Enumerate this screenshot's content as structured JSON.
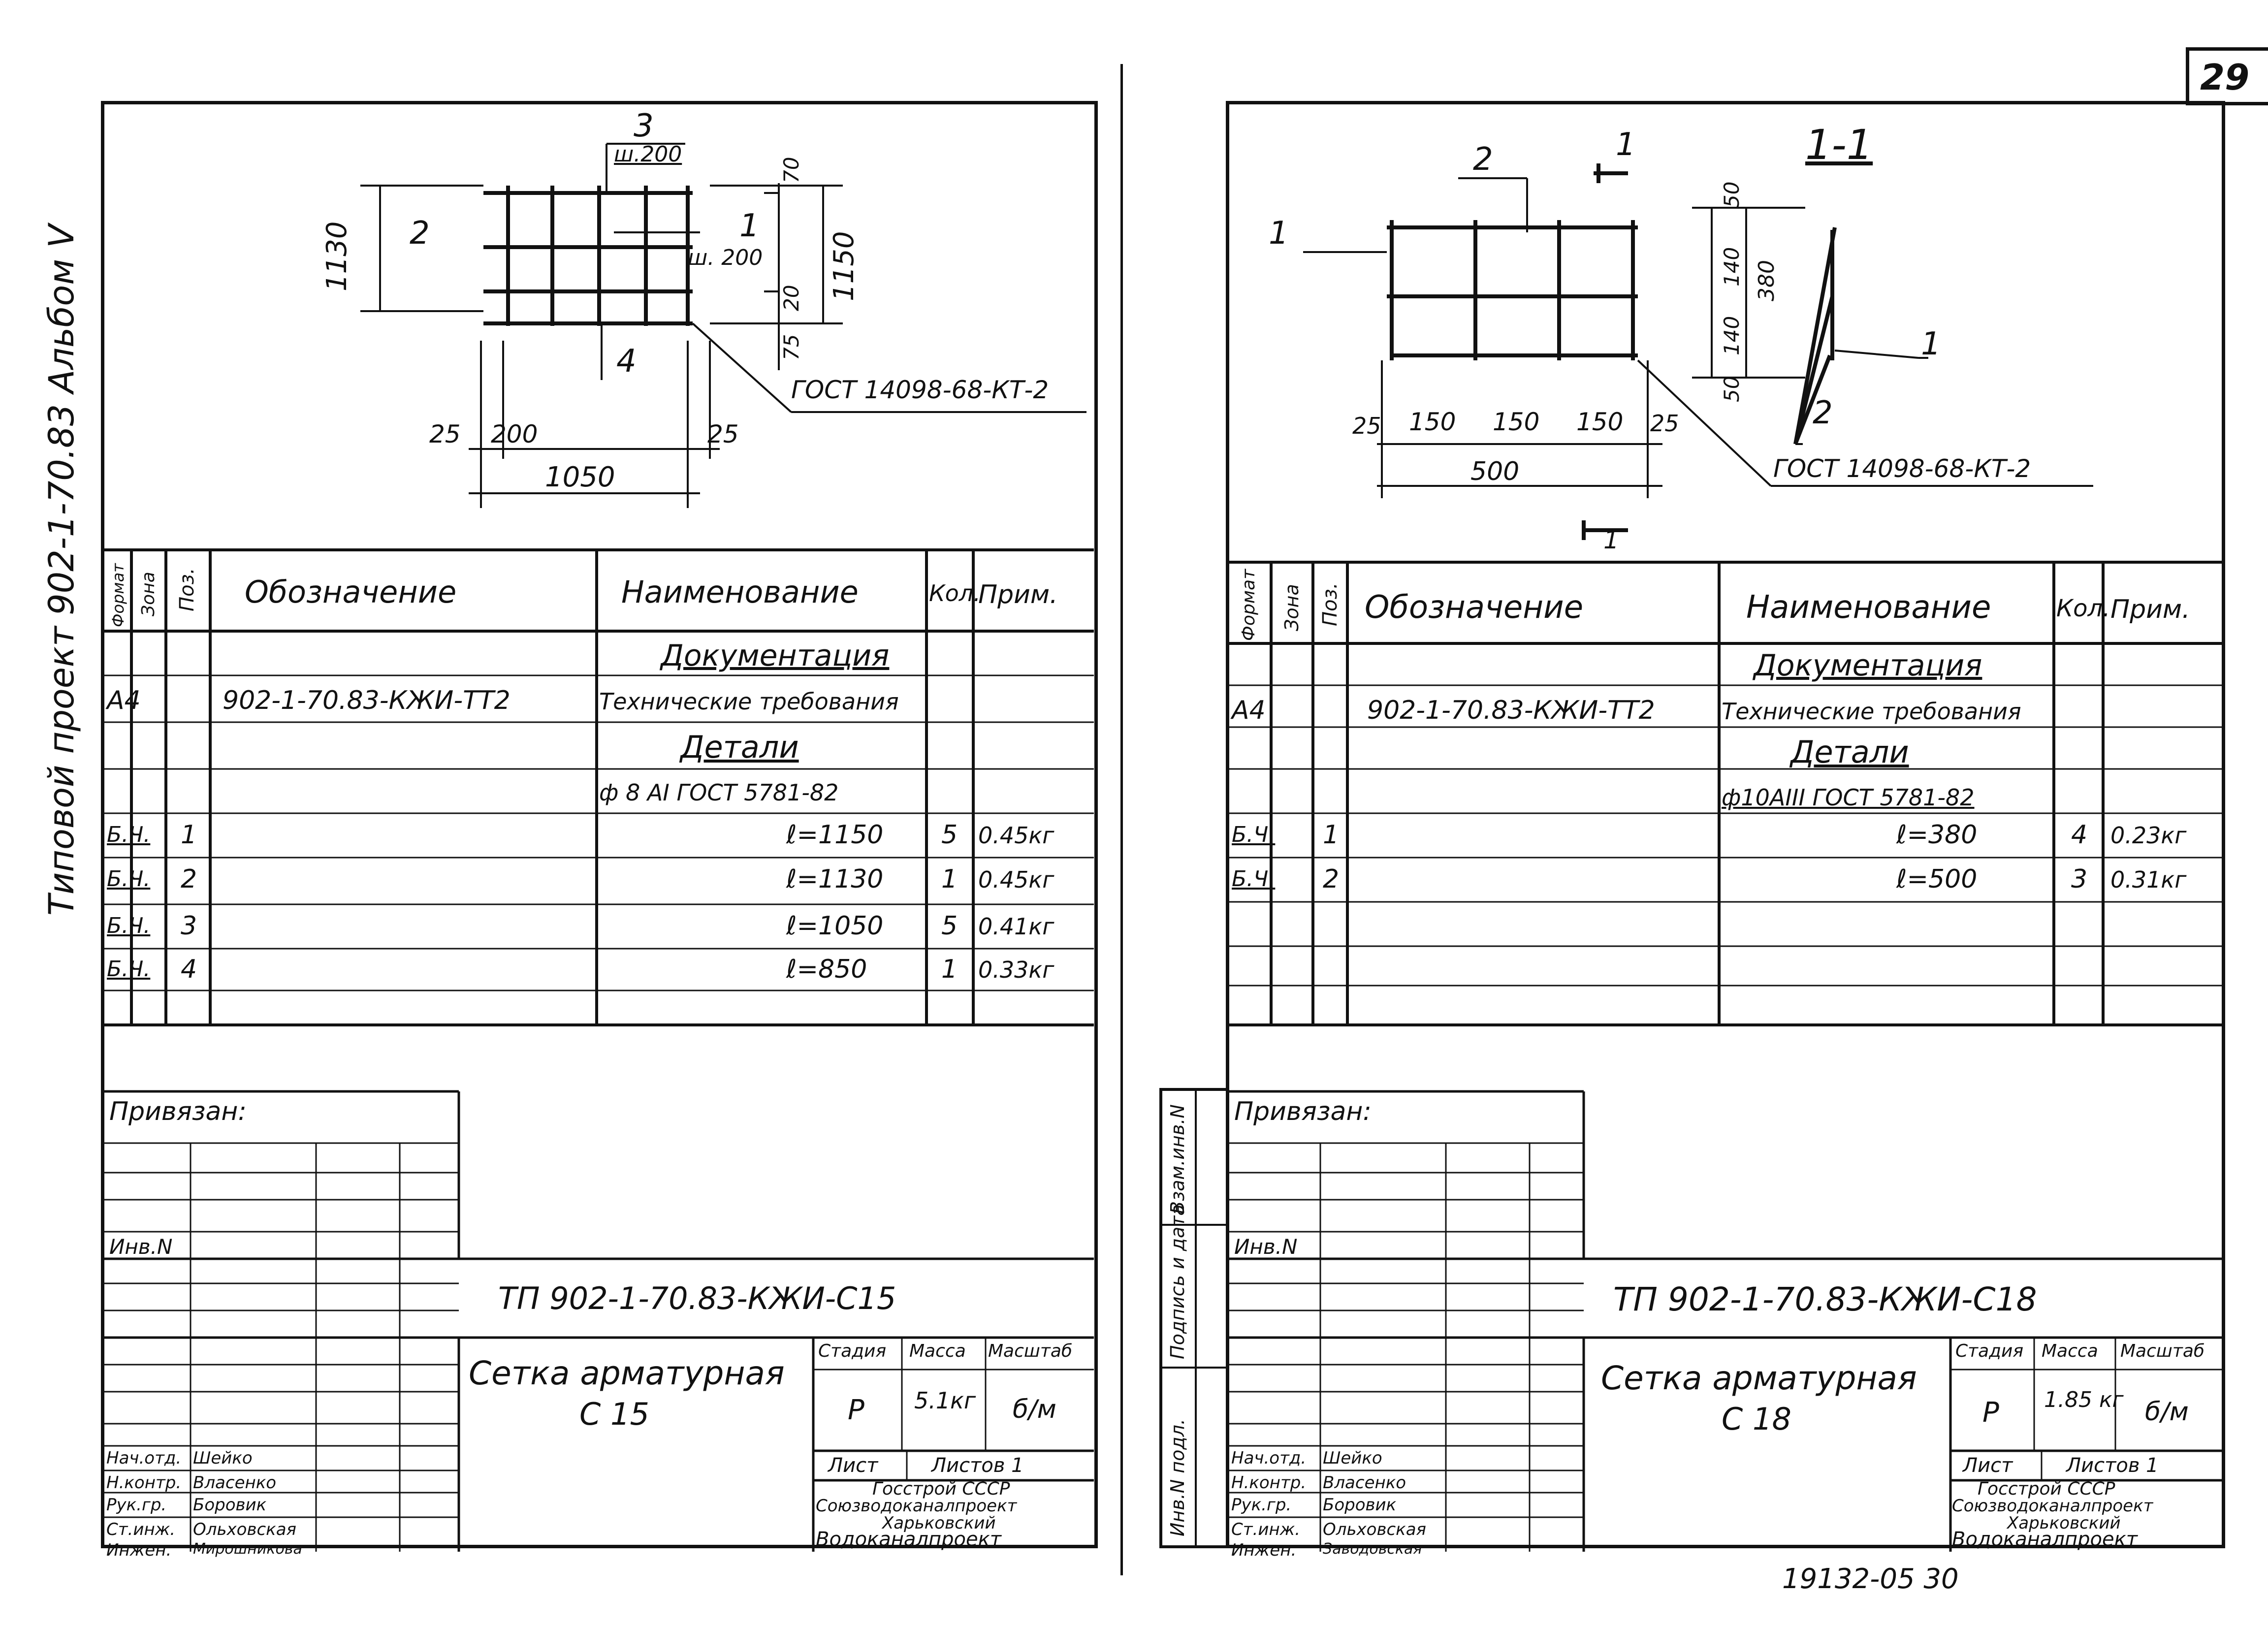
{
  "page_number": "29",
  "bottom_code": "19132-05  30",
  "left": {
    "vertical_title": "Типовой проект  902-1-70.83    Альбом V",
    "drawing": {
      "pos3": "3",
      "pos3_note": "ш.200",
      "pos2": "2",
      "pos1": "1",
      "pos1_note": "ш. 200",
      "pos4": "4",
      "dim_1130": "1130",
      "dim_1150": "1150",
      "dim_70": "70",
      "dim_20": "20",
      "dim_75": "75",
      "dim_25a": "25",
      "dim_200": "200",
      "dim_25b": "25",
      "dim_1050": "1050",
      "gost": "ГОСТ 14098-68-КТ-2"
    },
    "table": {
      "headers": {
        "format": "Формат",
        "zone": "Зона",
        "pos": "Поз.",
        "designation": "Обозначение",
        "name": "Наименование",
        "qty": "Кол.",
        "note": "Прим."
      },
      "section_doc": "Документация",
      "row_doc": {
        "format": "А4",
        "designation": "902-1-70.83-КЖИ-ТТ2",
        "name": "Технические требования"
      },
      "section_parts": "Детали",
      "material": "ф 8 AI ГОСТ 5781-82",
      "rows": [
        {
          "format": "Б.Ч.",
          "pos": "1",
          "name": "ℓ=1150",
          "qty": "5",
          "note": "0.45кг"
        },
        {
          "format": "Б.Ч.",
          "pos": "2",
          "name": "ℓ=1130",
          "qty": "1",
          "note": "0.45кг"
        },
        {
          "format": "Б.Ч.",
          "pos": "3",
          "name": "ℓ=1050",
          "qty": "5",
          "note": "0.41кг"
        },
        {
          "format": "Б.Ч.",
          "pos": "4",
          "name": "ℓ=850",
          "qty": "1",
          "note": "0.33кг"
        }
      ]
    },
    "titleblock": {
      "privyazan": "Привязан:",
      "inv": "Инв.N",
      "code": "ТП 902-1-70.83-КЖИ-С15",
      "title1": "Сетка арматурная",
      "title2": "С 15",
      "stage_h": "Стадия",
      "mass_h": "Масса",
      "scale_h": "Масштаб",
      "stage": "Р",
      "mass": "5.1кг",
      "scale": "б/м",
      "sheet_h": "Лист",
      "sheets_h": "Листов 1",
      "org1": "Госстрой СССР",
      "org2": "Союзводоканалпроект",
      "org3": "Харьковский",
      "org4": "Водоканалпроект",
      "staff": [
        {
          "role": "Нач.отд.",
          "name": "Шейко"
        },
        {
          "role": "Н.контр.",
          "name": "Власенко"
        },
        {
          "role": "Рук.гр.",
          "name": "Боровик"
        },
        {
          "role": "Ст.инж.",
          "name": "Ольховская"
        },
        {
          "role": "Инжен.",
          "name": "Мирошникова"
        }
      ]
    }
  },
  "right": {
    "side_labels": [
      "Взам.инв.N",
      "Подпись и дата",
      "Инв.N подл."
    ],
    "drawing": {
      "pos2": "2",
      "pos1": "1",
      "section_mark": "1",
      "section_title": "1-1",
      "dim_50a": "50",
      "dim_140a": "140",
      "dim_140b": "140",
      "dim_50b": "50",
      "dim_380": "380",
      "dim_25a": "25",
      "dim_150a": "150",
      "dim_150b": "150",
      "dim_150c": "150",
      "dim_25b": "25",
      "dim_500": "500",
      "sec_pos1": "1",
      "sec_pos2": "2",
      "section_mark_b": "1",
      "gost": "ГОСТ 14098-68-КТ-2"
    },
    "table": {
      "headers": {
        "format": "Формат",
        "zone": "Зона",
        "pos": "Поз.",
        "designation": "Обозначение",
        "name": "Наименование",
        "qty": "Кол.",
        "note": "Прим."
      },
      "section_doc": "Документация",
      "row_doc": {
        "format": "А4",
        "designation": "902-1-70.83-КЖИ-ТТ2",
        "name": "Технические требования"
      },
      "section_parts": "Детали",
      "material": "ф10АIII ГОСТ 5781-82",
      "rows": [
        {
          "format": "Б.Ч.",
          "pos": "1",
          "name": "ℓ=380",
          "qty": "4",
          "note": "0.23кг"
        },
        {
          "format": "Б.Ч.",
          "pos": "2",
          "name": "ℓ=500",
          "qty": "3",
          "note": "0.31кг"
        }
      ]
    },
    "titleblock": {
      "privyazan": "Привязан:",
      "inv": "Инв.N",
      "code": "ТП 902-1-70.83-КЖИ-С18",
      "title1": "Сетка арматурная",
      "title2": "С 18",
      "stage_h": "Стадия",
      "mass_h": "Масса",
      "scale_h": "Масштаб",
      "stage": "Р",
      "mass": "1.85 кг",
      "scale": "б/м",
      "sheet_h": "Лист",
      "sheets_h": "Листов 1",
      "org1": "Госстрой СССР",
      "org2": "Союзводоканалпроект",
      "org3": "Харьковский",
      "org4": "Водоканалпроект",
      "staff": [
        {
          "role": "Нач.отд.",
          "name": "Шейко"
        },
        {
          "role": "Н.контр.",
          "name": "Власенко"
        },
        {
          "role": "Рук.гр.",
          "name": "Боровик"
        },
        {
          "role": "Ст.инж.",
          "name": "Ольховская"
        },
        {
          "role": "Инжен.",
          "name": "Заводовская"
        }
      ]
    }
  }
}
